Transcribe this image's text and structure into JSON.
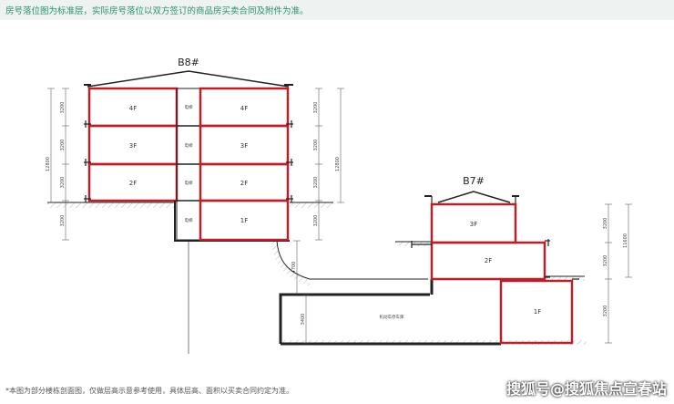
{
  "notes": {
    "top": "房号落位图为标准层，实际房号落位以双方签订的商品房买卖合同及附件为准。",
    "bottom": "*本图为部分楼栋剖面图，仅做层高示意参考使用，具体层高、面积以买卖合同约定为准。",
    "watermark": "搜狐号@搜狐焦点宣春站"
  },
  "b8": {
    "title": "B8#",
    "floors": {
      "f4": "4F",
      "f3": "3F",
      "f2": "2F",
      "f1": "1F"
    },
    "core": "电梯",
    "dims": {
      "h4": "3200",
      "h3": "3200",
      "h2": "3200",
      "h1": "3200",
      "total": "12800"
    }
  },
  "b7": {
    "title": "B7#",
    "floors": {
      "f3": "3F",
      "f2": "2F",
      "f1": "1F"
    },
    "garage": "机动车停车库",
    "dims": {
      "h3": "3200",
      "h2": "3200",
      "h1": "3200",
      "total": "11600",
      "basement": "3400",
      "under": "4700"
    }
  },
  "colors": {
    "wall": "#b8202a",
    "line": "#222222",
    "note": "#2a8f6a"
  }
}
